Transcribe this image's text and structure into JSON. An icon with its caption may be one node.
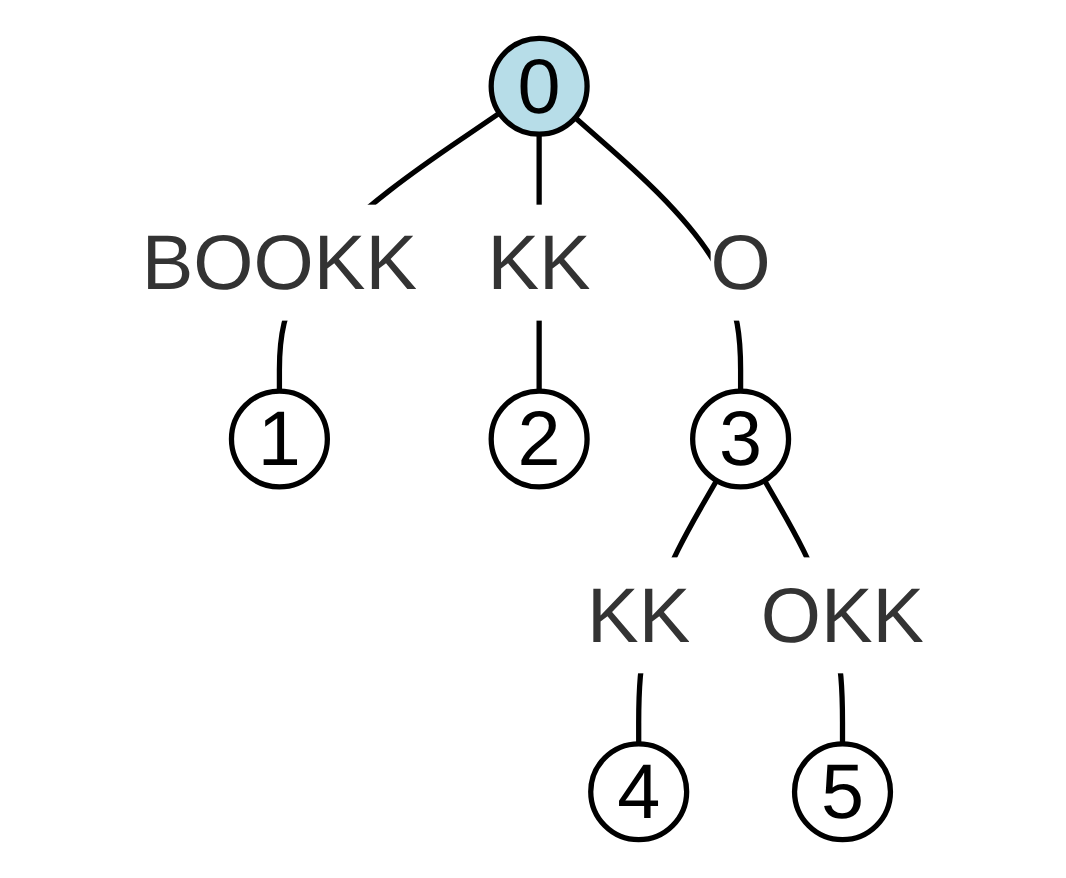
{
  "diagram": {
    "nodes": [
      {
        "text": [
          "0"
        ]
      },
      {
        "text": [
          "1"
        ]
      },
      {
        "text": [
          "2"
        ]
      },
      {
        "text": [
          "3"
        ]
      },
      {
        "text": [
          "4"
        ]
      },
      {
        "text": [
          "5"
        ]
      }
    ],
    "edges": [
      {
        "from": 0,
        "to": 1,
        "arrow": "none",
        "label": "BOOKK"
      },
      {
        "from": 0,
        "to": 2,
        "arrow": "none",
        "label": "KK"
      },
      {
        "from": 0,
        "to": 3,
        "arrow": "none",
        "label": "O"
      },
      {
        "from": 3,
        "to": 4,
        "arrow": "none",
        "label": "KK"
      },
      {
        "from": 3,
        "to": 5,
        "arrow": "none",
        "label": "OKK"
      }
    ]
  }
}
